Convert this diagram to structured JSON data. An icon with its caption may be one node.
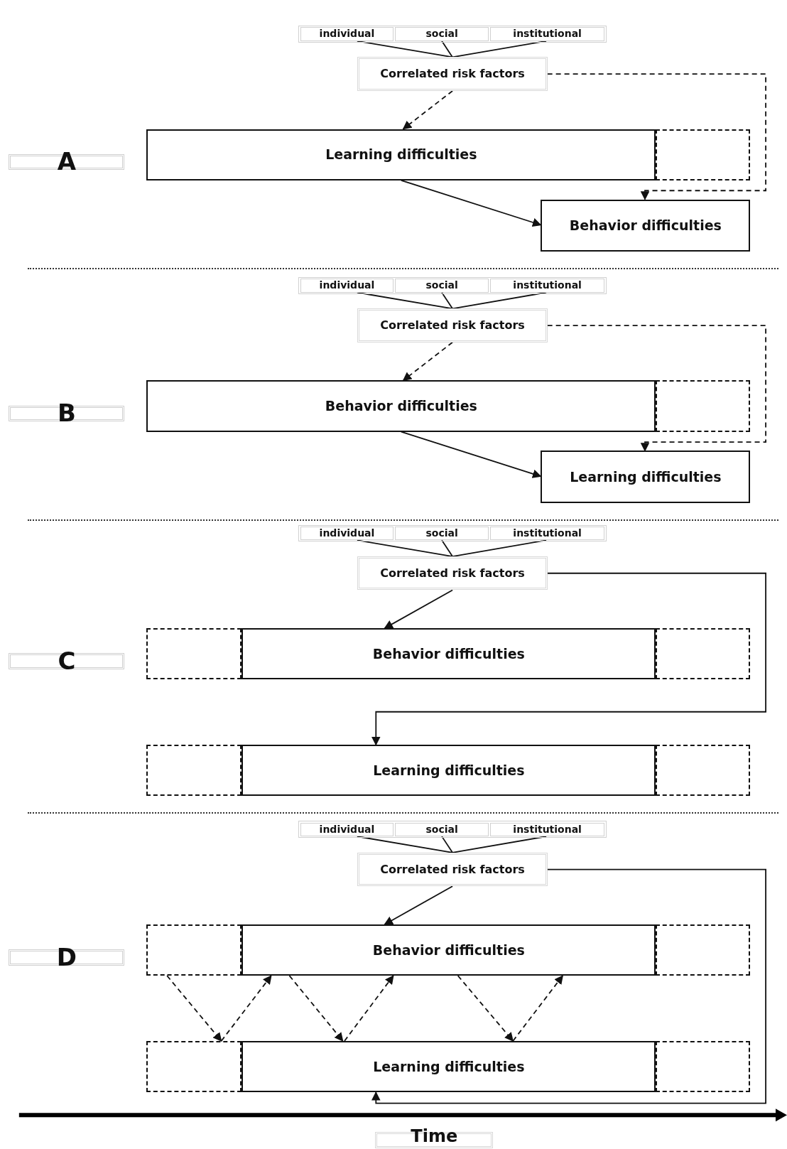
{
  "diagram": {
    "nodes": [
      {
        "text": [
          "A"
        ]
      },
      {
        "text": [
          "individual"
        ]
      },
      {
        "text": [
          "social"
        ]
      },
      {
        "text": [
          "institutional"
        ]
      },
      {
        "text": [
          "Correlated risk factors"
        ]
      },
      {
        "text": [
          "Learning difficulties"
        ]
      },
      {
        "text": [],
        "shape": "box"
      },
      {
        "text": [
          "Behavior difficulties"
        ]
      },
      {
        "text": [
          "B"
        ]
      },
      {
        "text": [
          "individual"
        ]
      },
      {
        "text": [
          "social"
        ]
      },
      {
        "text": [
          "institutional"
        ]
      },
      {
        "text": [
          "Correlated risk factors"
        ]
      },
      {
        "text": [
          "Behavior difficulties"
        ]
      },
      {
        "text": [],
        "shape": "box"
      },
      {
        "text": [
          "Learning difficulties"
        ]
      },
      {
        "text": [
          "C"
        ]
      },
      {
        "text": [
          "individual"
        ]
      },
      {
        "text": [
          "social"
        ]
      },
      {
        "text": [
          "institutional"
        ]
      },
      {
        "text": [
          "Correlated risk factors"
        ]
      },
      {
        "text": [],
        "shape": "box"
      },
      {
        "text": [
          "Behavior difficulties"
        ]
      },
      {
        "text": [],
        "shape": "box"
      },
      {
        "text": [],
        "shape": "box"
      },
      {
        "text": [
          "Learning difficulties"
        ]
      },
      {
        "text": [],
        "shape": "box"
      },
      {
        "text": [
          "D"
        ]
      },
      {
        "text": [
          "individual"
        ]
      },
      {
        "text": [
          "social"
        ]
      },
      {
        "text": [
          "institutional"
        ]
      },
      {
        "text": [
          "Correlated risk factors"
        ]
      },
      {
        "text": [],
        "shape": "box"
      },
      {
        "text": [
          "Behavior difficulties"
        ]
      },
      {
        "text": [],
        "shape": "box"
      },
      {
        "text": [],
        "shape": "box"
      },
      {
        "text": [
          "Learning difficulties"
        ]
      },
      {
        "text": [],
        "shape": "box"
      },
      {
        "text": [
          "Time"
        ]
      }
    ],
    "edges": [
      {
        "from": 1,
        "to": 4,
        "arrow": "none"
      },
      {
        "from": 2,
        "to": 4,
        "arrow": "none"
      },
      {
        "from": 3,
        "to": 4,
        "arrow": "none"
      },
      {
        "from": 4,
        "to": 5,
        "arrow": "to",
        "style": "dashed"
      },
      {
        "from": 4,
        "to": 7,
        "arrow": "to",
        "style": "dashed"
      },
      {
        "from": 5,
        "to": 7,
        "arrow": "to"
      },
      {
        "from": 9,
        "to": 12,
        "arrow": "none"
      },
      {
        "from": 10,
        "to": 12,
        "arrow": "none"
      },
      {
        "from": 11,
        "to": 12,
        "arrow": "none"
      },
      {
        "from": 12,
        "to": 13,
        "arrow": "to",
        "style": "dashed"
      },
      {
        "from": 12,
        "to": 15,
        "arrow": "to",
        "style": "dashed"
      },
      {
        "from": 13,
        "to": 15,
        "arrow": "to"
      },
      {
        "from": 17,
        "to": 20,
        "arrow": "none"
      },
      {
        "from": 18,
        "to": 20,
        "arrow": "none"
      },
      {
        "from": 19,
        "to": 20,
        "arrow": "none"
      },
      {
        "from": 20,
        "to": 22,
        "arrow": "to"
      },
      {
        "from": 20,
        "to": 25,
        "arrow": "to"
      },
      {
        "from": 28,
        "to": 31,
        "arrow": "none"
      },
      {
        "from": 29,
        "to": 31,
        "arrow": "none"
      },
      {
        "from": 30,
        "to": 31,
        "arrow": "none"
      },
      {
        "from": 31,
        "to": 33,
        "arrow": "to"
      },
      {
        "from": 31,
        "to": 36,
        "arrow": "to"
      },
      {
        "from": 32,
        "to": 35,
        "arrow": "to",
        "style": "dashed"
      },
      {
        "from": 35,
        "to": 33,
        "arrow": "to",
        "style": "dashed"
      },
      {
        "from": 33,
        "to": 36,
        "arrow": "to",
        "style": "dashed"
      },
      {
        "from": 36,
        "to": 33,
        "arrow": "to",
        "style": "dashed"
      },
      {
        "from": 33,
        "to": 36,
        "arrow": "to",
        "style": "dashed"
      },
      {
        "from": 36,
        "to": 33,
        "arrow": "to",
        "style": "dashed"
      }
    ]
  }
}
